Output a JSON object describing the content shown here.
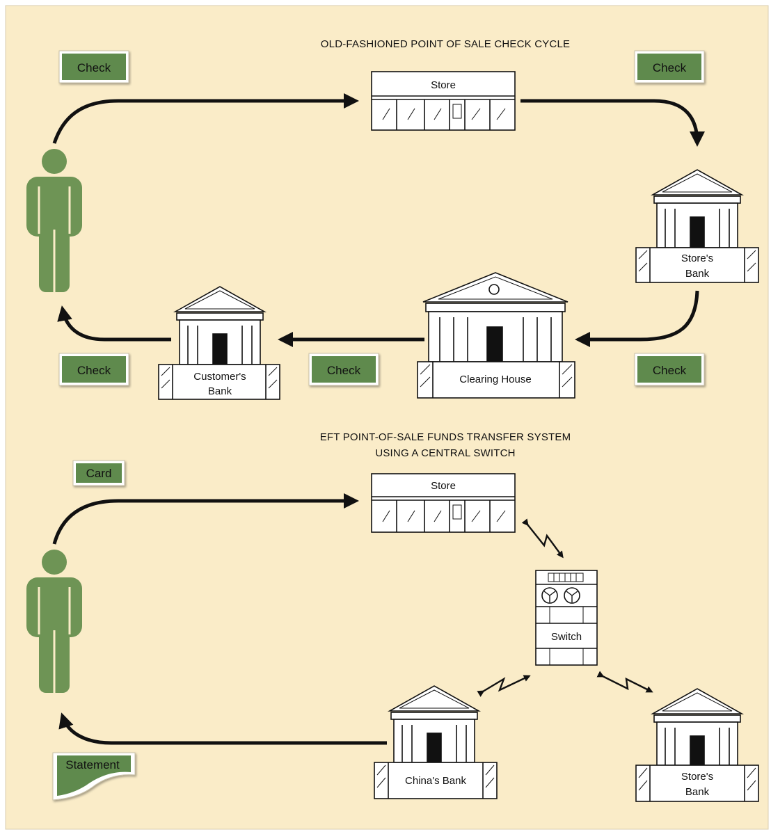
{
  "top": {
    "title": "OLD-FASHIONED POINT OF SALE CHECK CYCLE",
    "store": "Store",
    "stores_bank": [
      "Store's",
      "Bank"
    ],
    "clearing_house": "Clearing House",
    "customers_bank": [
      "Customer's",
      "Bank"
    ],
    "tags": [
      "Check",
      "Check",
      "Check",
      "Check",
      "Check"
    ]
  },
  "bottom": {
    "title_line1": "EFT POINT-OF-SALE FUNDS TRANSFER SYSTEM",
    "title_line2": "USING A CENTRAL SWITCH",
    "store": "Store",
    "switch": "Switch",
    "chinas_bank": "China's Bank",
    "stores_bank": [
      "Store's",
      "Bank"
    ],
    "card": "Card",
    "statement": "Statement"
  },
  "colors": {
    "background": "#faecc8",
    "person": "#6e9455",
    "tag": "#5f8a4e",
    "line": "#111111"
  }
}
